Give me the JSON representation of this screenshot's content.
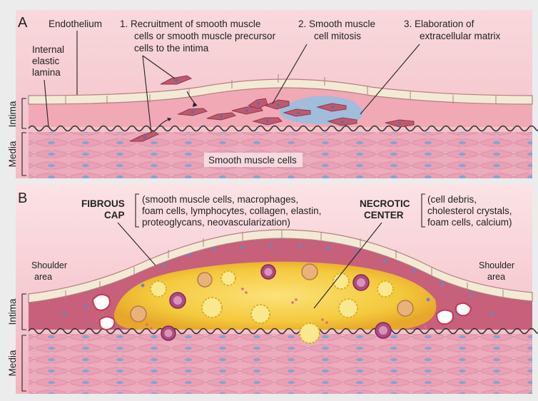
{
  "panel_a": {
    "letter": "A",
    "endothelium": "Endothelium",
    "internal_lamina": [
      "Internal",
      "elastic",
      "lamina"
    ],
    "step1": [
      "1.  Recruitment of smooth muscle",
      "cells or smooth muscle precursor",
      "cells to the intima"
    ],
    "step2": [
      "2.  Smooth muscle",
      "cell mitosis"
    ],
    "step3": [
      "3.  Elaboration of",
      "extracellular matrix"
    ],
    "intima": "Intima",
    "media": "Media",
    "smc_label": "Smooth muscle cells"
  },
  "panel_b": {
    "letter": "B",
    "fibrous_cap": [
      "FIBROUS",
      "CAP"
    ],
    "fibrous_cap_detail": [
      "(smooth muscle cells, macrophages,",
      "foam cells, lymphocytes, collagen, elastin,",
      "proteoglycans, neovascularization)"
    ],
    "necrotic_center": [
      "NECROTIC",
      "CENTER"
    ],
    "necrotic_detail": [
      "(cell debris,",
      "cholesterol crystals,",
      "foam cells, calcium)"
    ],
    "shoulder_left": [
      "Shoulder",
      "area"
    ],
    "shoulder_right": [
      "Shoulder",
      "area"
    ],
    "intima": "Intima",
    "media": "Media"
  },
  "colors": {
    "background": "#ececec",
    "endothelium_cell": "#f3ead6",
    "intima_pink": "#f2b9c0",
    "media_pink": "#efb6c6",
    "smooth_muscle_cell": "#c0596e",
    "necrotic_core": "#f6d24a",
    "matrix_blue": "#86c4e8"
  },
  "icons": [
    "smooth-muscle-cell-icon",
    "foam-cell-icon",
    "macrophage-icon",
    "cholesterol-crystal-icon",
    "calcium-deposit-icon",
    "endothelial-cell-icon"
  ]
}
